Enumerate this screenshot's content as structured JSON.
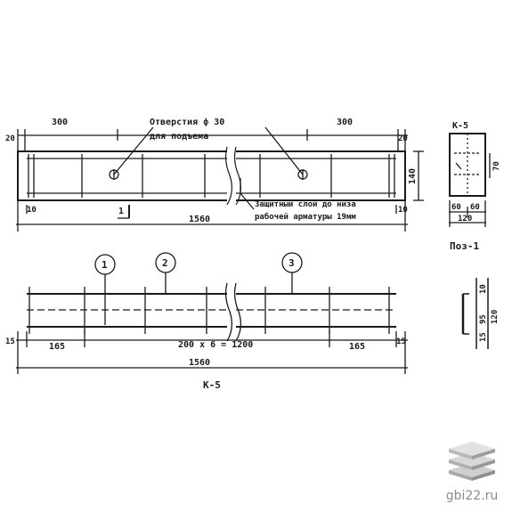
{
  "drawing": {
    "top_labels": {
      "dim_left": "300",
      "dim_right": "300",
      "dim_end_left": "20",
      "dim_end_right": "20",
      "holes_line1": "Отверстия ф 30",
      "holes_line2": "для подъема",
      "dim_10_left": "10",
      "dim_10_right": "10",
      "mark_1": "1",
      "dim_total": "1560",
      "cover_line1": "Защитный слой до низа",
      "cover_line2": "рабочей арматуры 19мм",
      "height": "140"
    },
    "section": {
      "title": "К-5",
      "dim_70": "70",
      "dim_60a": "60",
      "dim_60b": "60",
      "dim_120": "120",
      "caption": "Поз-1"
    },
    "frame": {
      "bubble_1": "1",
      "bubble_2": "2",
      "bubble_3": "3",
      "dim_15_left": "15",
      "dim_165_left": "165",
      "dim_middle": "200 х 6 = 1200",
      "dim_165_right": "165",
      "dim_15_right": "15",
      "dim_total": "1560",
      "caption": "К-5"
    },
    "frame_section": {
      "dim_10": "10",
      "dim_95": "95",
      "dim_15": "15",
      "dim_120": "120"
    }
  },
  "watermark": {
    "site": "gbi22.ru",
    "logo_icon": "stacked-slabs-icon"
  }
}
